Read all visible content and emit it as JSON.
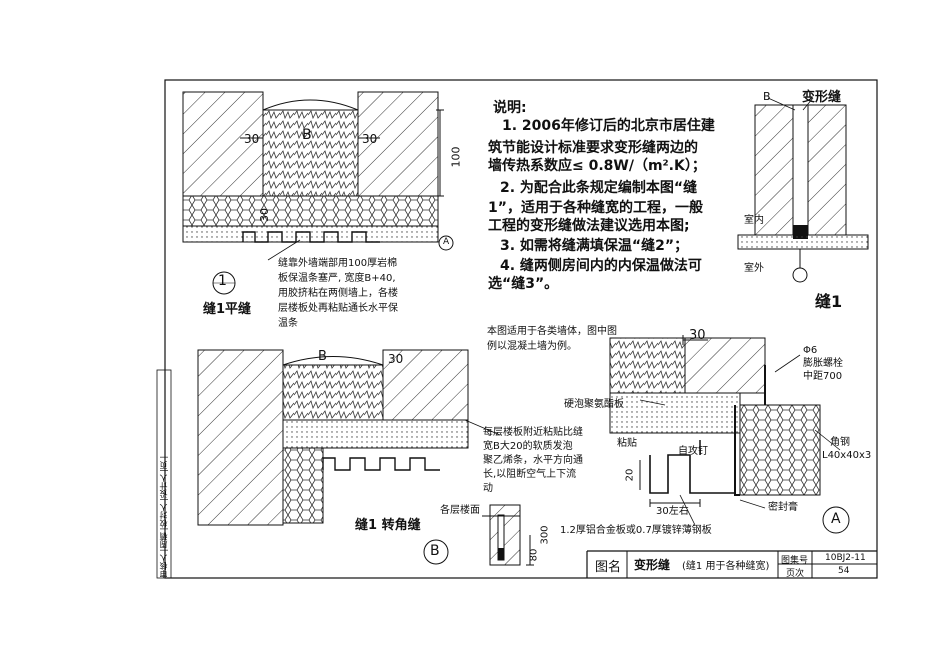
{
  "notes": {
    "heading": "说明:",
    "lines": [
      "1. 2006年修订后的北京市居住建",
      "筑节能设计标准要求变形缝两边的",
      "墙传热系数应≤ 0.8W/（m².K）；",
      "2. 为配合此条规定编制本图“缝",
      "1”，适用于各种缝宽的工程，一般",
      "工程的变形缝做法建议选用本图;",
      "3. 如需将缝满填保温“缝2”；",
      "4. 缝两侧房间内的内保温做法可",
      "选“缝3”。"
    ]
  },
  "detail1": {
    "number": "1",
    "caption": "缝1平缝",
    "dim_30a": "30",
    "dim_30b": "30",
    "dim_b": "B",
    "dim_100": "100",
    "dim_30c": "30",
    "callout": "A",
    "annotation": [
      "缝靠外墙端部用100厚岩棉",
      "板保温条塞严, 宽度B+40,",
      "用胶挤粘在两侧墙上，各楼",
      "层楼板处再粘贴通长水平保",
      "温条"
    ]
  },
  "detailB": {
    "number": "B",
    "caption": "缝1 转角缝",
    "dim_b": "B",
    "dim_30": "30",
    "floor_label": "各层楼面",
    "dim_80": "80",
    "dim_300": "300",
    "annotation": [
      "每层楼板附近粘贴比缝",
      "宽B大20的软质发泡",
      "聚乙烯条，水平方向通",
      "长,以阻断空气上下流",
      "动"
    ]
  },
  "section1": {
    "b_label": "B",
    "title": "变形缝",
    "indoor": "室内",
    "outdoor": "室外",
    "caption": "缝1"
  },
  "detailA": {
    "intro": [
      "本图适用于各类墙体，图中图",
      "例以混凝土墙为例。"
    ],
    "dim_30": "30",
    "bolt": [
      "Φ6",
      "膨胀螺栓",
      "中距700"
    ],
    "foam_board": "硬泡聚氨酯板",
    "glue": "粘贴",
    "screw": "自攻钉",
    "angle": [
      "角钢",
      "L40x40x3"
    ],
    "dim_20": "20",
    "dim_30_about": "30左右",
    "sealant": "密封膏",
    "plate": "1.2厚铝合金板或0.7厚镀锌薄钢板",
    "callout": "A"
  },
  "title_block": {
    "name_label": "图名",
    "name": "变形缝",
    "name_note": "(缝1 用于各种缝宽)",
    "set_label": "图集号",
    "set_value": "10BJ2-11",
    "page_label": "页次",
    "page_value": "54"
  },
  "side_strip": "审核人 |周稿 |校对人 |设计人 |页 |"
}
